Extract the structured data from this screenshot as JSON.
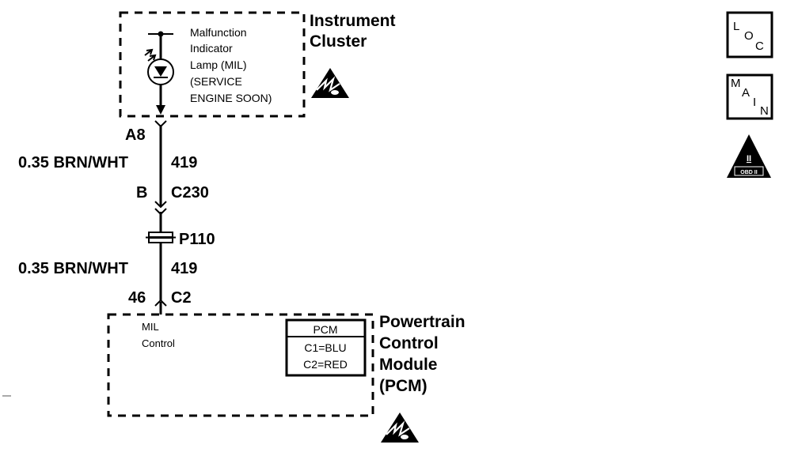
{
  "instrument_cluster": {
    "name_line1": "Instrument",
    "name_line2": "Cluster",
    "mil_lines": [
      "Malfunction",
      "Indicator",
      "Lamp (MIL)",
      "(SERVICE",
      "ENGINE SOON)"
    ]
  },
  "wiring": {
    "cluster_terminal": "A8",
    "upper_wire_gauge_color": "0.35 BRN/WHT",
    "upper_wire_circuit": "419",
    "connector_pin": "B",
    "connector_name": "C230",
    "splice_name": "P110",
    "lower_wire_gauge_color": "0.35 BRN/WHT",
    "lower_wire_circuit": "419",
    "pcm_pin": "46",
    "pcm_connector": "C2"
  },
  "pcm": {
    "internal_label_line1": "MIL",
    "internal_label_line2": "Control",
    "key_title": "PCM",
    "key_line1": "C1=BLU",
    "key_line2": "C2=RED",
    "name_lines": [
      "Powertrain",
      "Control",
      "Module",
      "(PCM)"
    ]
  },
  "side_icons": {
    "loc": [
      "L",
      "O",
      "C"
    ],
    "main": [
      "M",
      "A",
      "I",
      "N"
    ],
    "obd": {
      "roman": "II",
      "label": "OBD II"
    }
  },
  "icons": {
    "esd_symbols": [
      "esd-warning-icon",
      "esd-warning-icon"
    ],
    "lamp": "lamp-icon",
    "connector": "connector-icon",
    "splice": "splice-icon"
  }
}
